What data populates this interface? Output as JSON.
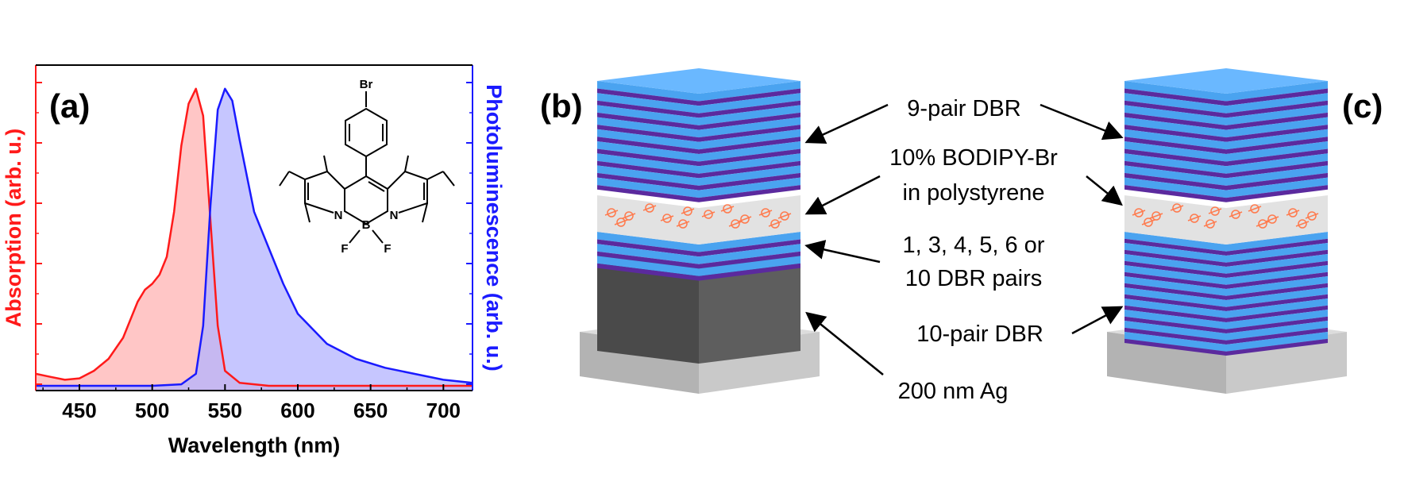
{
  "panels": {
    "a": "(a)",
    "b": "(b)",
    "c": "(c)"
  },
  "chart_data": {
    "type": "area",
    "xlabel": "Wavelength (nm)",
    "ylabel_left": "Absorption (arb. u.)",
    "ylabel_right": "Photoluminescence (arb. u.)",
    "xlim": [
      420,
      720
    ],
    "ylim": [
      0,
      1.0
    ],
    "xticks": [
      450,
      500,
      550,
      600,
      650,
      700
    ],
    "grid": false,
    "series": [
      {
        "axis": "left",
        "color": "#ff1a1a",
        "fill": "#ffb3b3",
        "x": [
          420,
          430,
          440,
          450,
          460,
          470,
          480,
          490,
          495,
          500,
          505,
          510,
          515,
          520,
          525,
          530,
          535,
          540,
          545,
          550,
          560,
          580,
          600,
          650,
          700,
          720
        ],
        "y": [
          0.04,
          0.03,
          0.02,
          0.025,
          0.05,
          0.09,
          0.16,
          0.28,
          0.32,
          0.34,
          0.37,
          0.43,
          0.58,
          0.8,
          0.94,
          0.99,
          0.9,
          0.55,
          0.2,
          0.05,
          0.01,
          0.0,
          0.0,
          0.0,
          0.0,
          0.0
        ]
      },
      {
        "axis": "right",
        "color": "#1a1aff",
        "fill": "#b3b3ff",
        "x": [
          420,
          500,
          520,
          530,
          535,
          540,
          545,
          550,
          555,
          560,
          565,
          570,
          580,
          590,
          600,
          620,
          640,
          660,
          680,
          700,
          720
        ],
        "y": [
          0.0,
          0.0,
          0.005,
          0.04,
          0.2,
          0.6,
          0.92,
          0.99,
          0.95,
          0.82,
          0.7,
          0.58,
          0.46,
          0.34,
          0.24,
          0.14,
          0.09,
          0.06,
          0.04,
          0.02,
          0.01
        ]
      }
    ]
  },
  "molecule": {
    "atoms": {
      "br": "Br",
      "n1": "N",
      "n2": "N",
      "b": "B",
      "f1": "F",
      "f2": "F"
    }
  },
  "diagram": {
    "labels": {
      "dbr9": "9-pair DBR",
      "bodipy_line1": "10% BODIPY-Br",
      "bodipy_line2": "in polystyrene",
      "pairs_line1": "1, 3, 4, 5, 6 or",
      "pairs_line2": "10 DBR pairs",
      "dbr10": "10-pair DBR",
      "ag": "200 nm Ag"
    },
    "colors": {
      "dbr_light": "#4aa3f0",
      "dbr_dark": "#5b2a9e",
      "silver": "#505050",
      "substrate": "#c8c8c8",
      "film": "#e2e2e2",
      "molecules": "#ff7a4d"
    }
  }
}
